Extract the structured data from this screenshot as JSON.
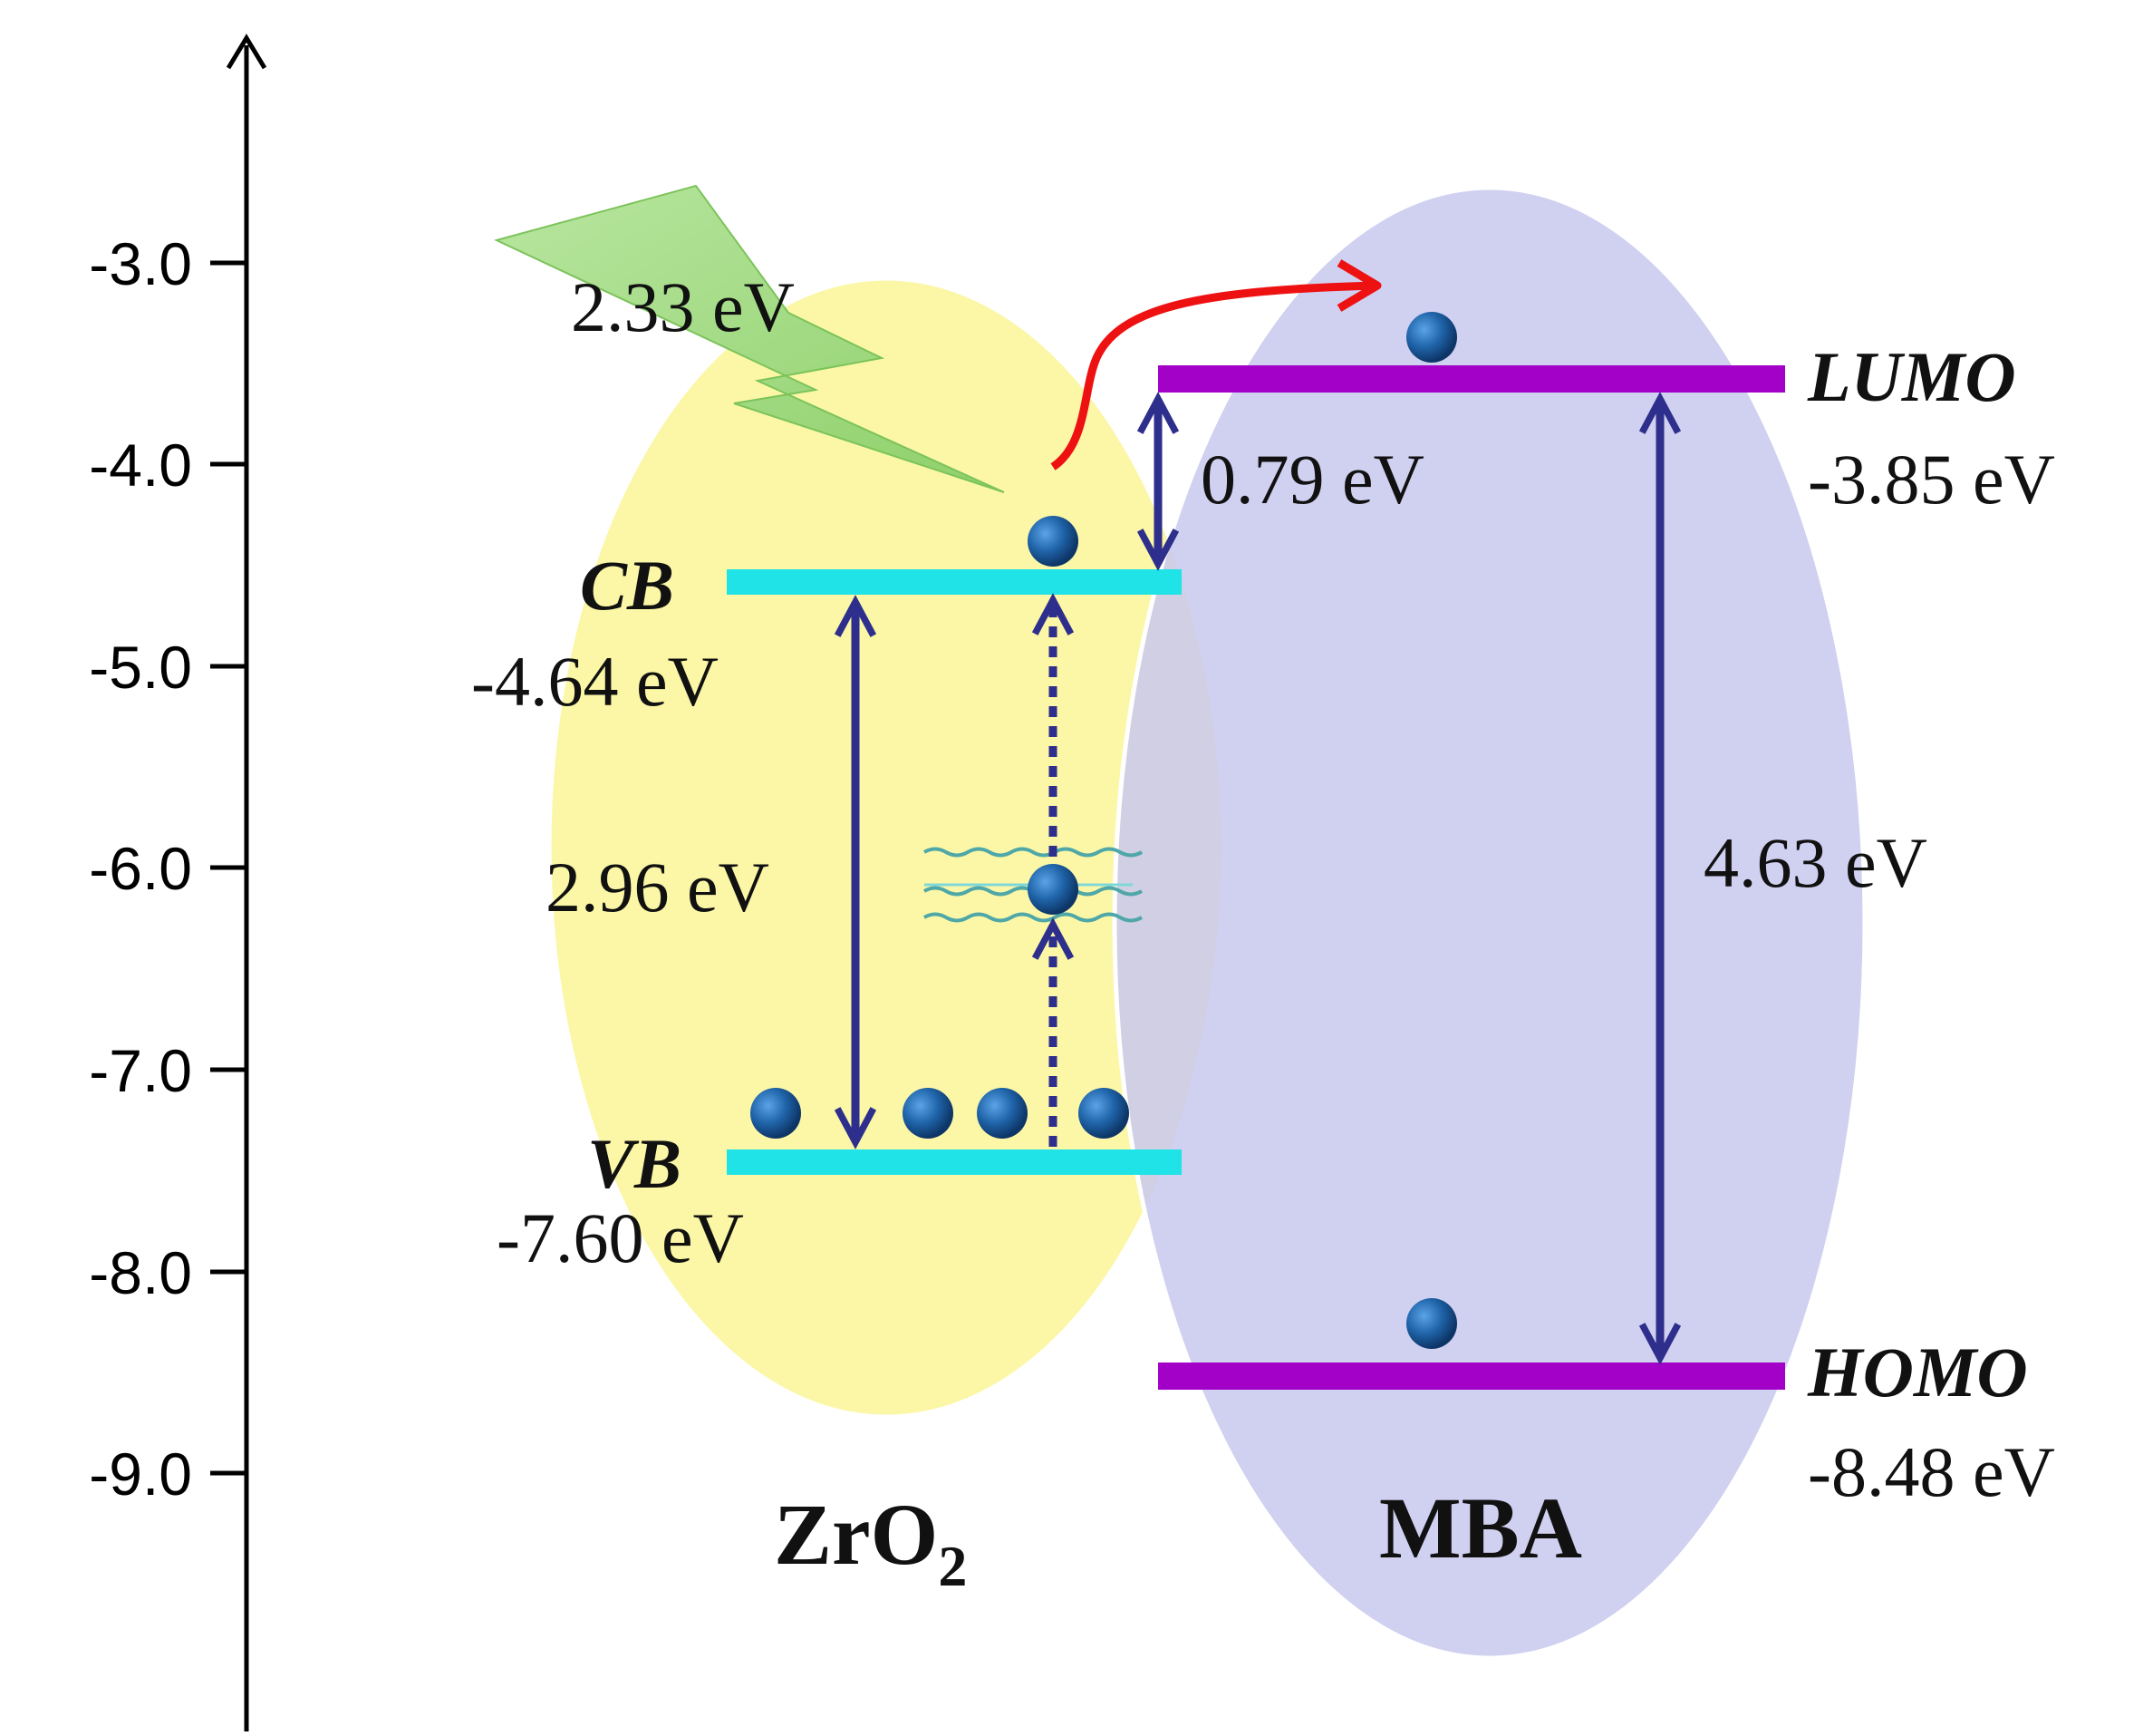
{
  "axis": {
    "ticks": [
      "-3.0",
      "-4.0",
      "-5.0",
      "-6.0",
      "-7.0",
      "-8.0",
      "-9.0"
    ]
  },
  "light": {
    "energy": "2.33 eV"
  },
  "zro2": {
    "cb_label": "CB",
    "cb_value": "-4.64 eV",
    "vb_label": "VB",
    "vb_value": "-7.60 eV",
    "gap": "2.96 eV",
    "name_main": "ZrO",
    "name_sub": "2"
  },
  "mba": {
    "lumo_label": "LUMO",
    "lumo_value": "-3.85 eV",
    "homo_label": "HOMO",
    "homo_value": "-8.48 eV",
    "gap": "4.63 eV",
    "offset": "0.79 eV",
    "name": "MBA"
  },
  "colors": {
    "zro2_region": "#fbf7a6",
    "mba_region": "#c8c8ee",
    "zro2_level": "#1fe3e6",
    "mba_level": "#a300c8",
    "arrow": "#2e2e8c",
    "transfer_arrow": "#ee1111",
    "light_bolt": "#9ed87a",
    "electron": "#1f63a8"
  }
}
